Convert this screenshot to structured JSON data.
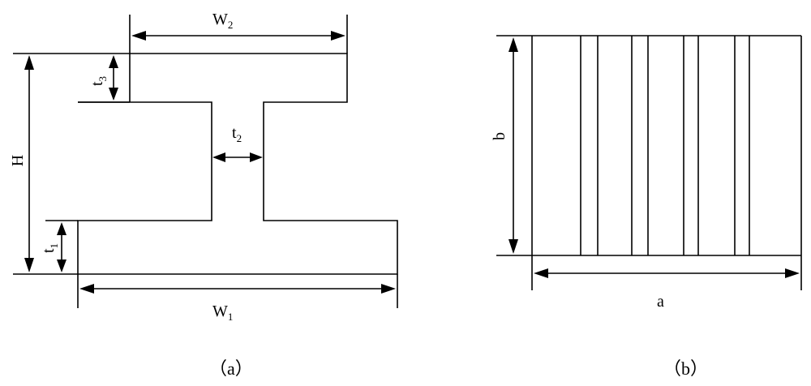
{
  "figure_a": {
    "labels": {
      "W2": {
        "base": "W",
        "sub": "2"
      },
      "W1": {
        "base": "W",
        "sub": "1"
      },
      "H": {
        "base": "H",
        "sub": ""
      },
      "t1": {
        "base": "t",
        "sub": "1"
      },
      "t2": {
        "base": "t",
        "sub": "2"
      },
      "t3": {
        "base": "t",
        "sub": "3"
      }
    },
    "caption": "（a）"
  },
  "figure_b": {
    "labels": {
      "a": "a",
      "b": "b"
    },
    "caption": "（b）"
  }
}
